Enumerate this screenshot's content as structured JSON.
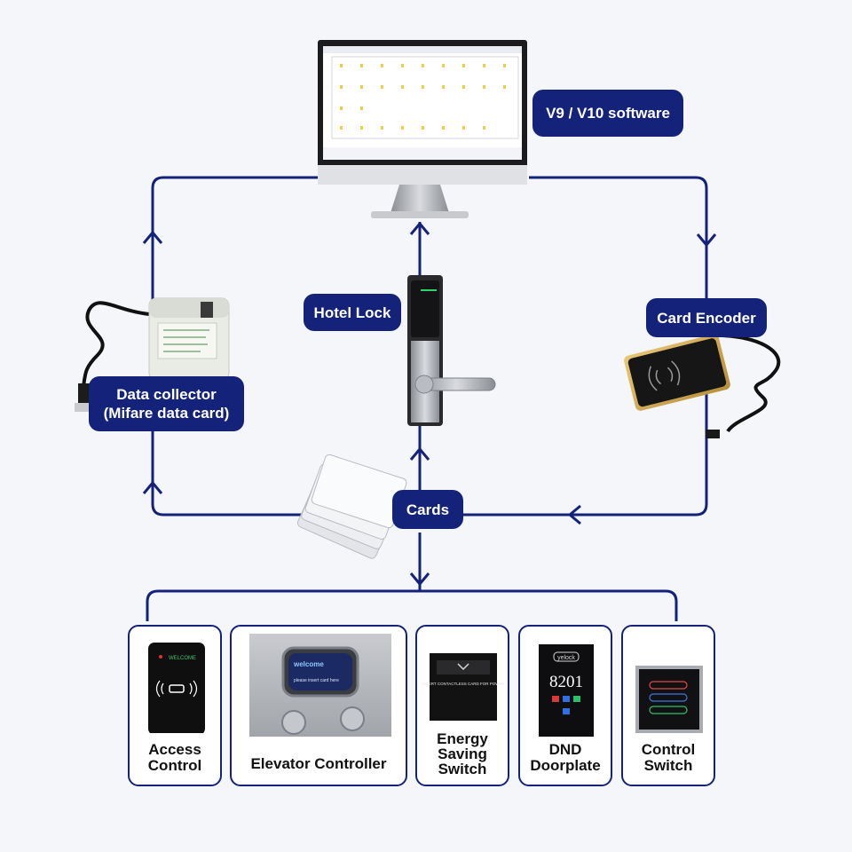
{
  "software": {
    "label": "V9 / V10 software"
  },
  "hotel_lock": {
    "label": "Hotel Lock"
  },
  "card_encoder": {
    "label": "Card Encoder"
  },
  "data_collector": {
    "line1": "Data collector",
    "line2": "(Mifare data card)"
  },
  "cards": {
    "label": "Cards"
  },
  "devices": [
    {
      "line1": "Access",
      "line2": "Control",
      "line3": ""
    },
    {
      "line1": "Elevator Controller",
      "line2": "",
      "line3": ""
    },
    {
      "line1": "Energy",
      "line2": "Saving",
      "line3": "Switch"
    },
    {
      "line1": "DND",
      "line2": "Doorplate",
      "line3": ""
    },
    {
      "line1": "Control",
      "line2": "Switch",
      "line3": ""
    }
  ],
  "device_screens": {
    "access_welcome": "WELCOME",
    "elevator_screen": "welcome",
    "elevator_prompt": "please insert card here",
    "energy_text": "INSERT CONTACTLESS CARD FOR POWER",
    "dnd_brand": "yelock",
    "dnd_room": "8201"
  },
  "colors": {
    "navy": "#14227a",
    "background": "#f4f6fa"
  }
}
